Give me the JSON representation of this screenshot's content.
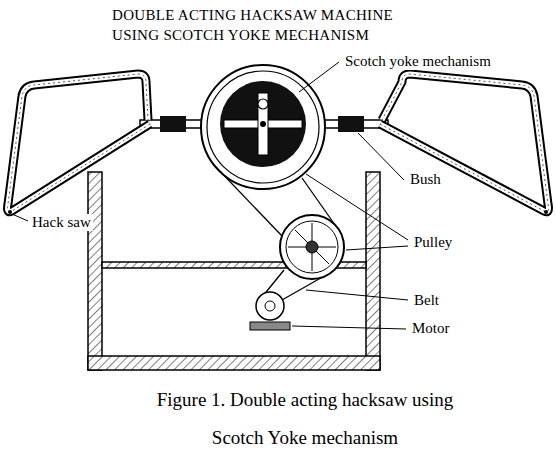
{
  "diagram": {
    "title": "DOUBLE ACTING HACKSAW MACHINE USING SCOTCH YOKE MECHANISM",
    "caption": "Figure 1. Double acting hacksaw using Scotch Yoke mechanism",
    "labels": [
      "Scotch yoke mechanism",
      "Hack saw",
      "Bush",
      "Pulley",
      "Belt",
      "Motor"
    ]
  }
}
